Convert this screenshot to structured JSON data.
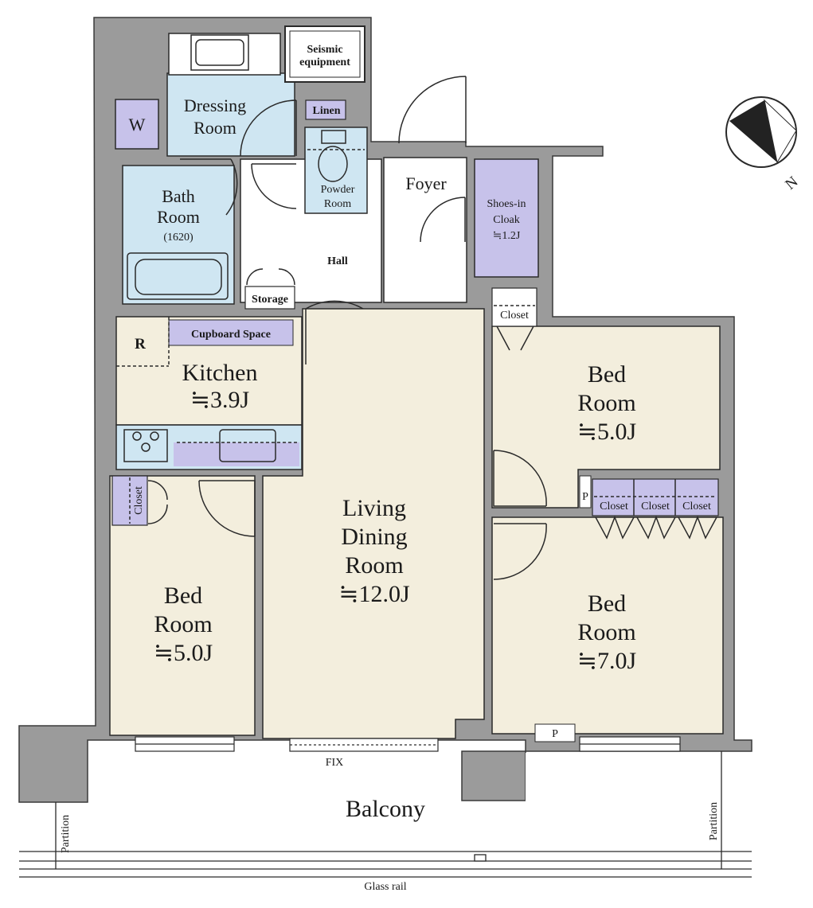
{
  "plan": {
    "rooms": {
      "dressing": {
        "line1": "Dressing",
        "line2": "Room"
      },
      "bath": {
        "line1": "Bath",
        "line2": "Room",
        "line3": "(1620)"
      },
      "powder": {
        "line1": "Powder",
        "line2": "Room"
      },
      "foyer": {
        "label": "Foyer"
      },
      "hall": {
        "label": "Hall"
      },
      "kitchen": {
        "label": "Kitchen",
        "size": "≒3.9J"
      },
      "living": {
        "line1": "Living",
        "line2": "Dining",
        "line3": "Room",
        "size": "≒12.0J"
      },
      "bed_left": {
        "line1": "Bed",
        "line2": "Room",
        "size": "≒5.0J"
      },
      "bed_right_top": {
        "line1": "Bed",
        "line2": "Room",
        "size": "≒5.0J"
      },
      "bed_right_bottom": {
        "line1": "Bed",
        "line2": "Room",
        "size": "≒7.0J"
      },
      "shoes": {
        "line1": "Shoes-in",
        "line2": "Cloak",
        "size": "≒1.2J"
      },
      "balcony": {
        "label": "Balcony"
      }
    },
    "labels": {
      "seismic_1": "Seismic",
      "seismic_2": "equipment",
      "linen": "Linen",
      "storage": "Storage",
      "cupboard": "Cupboard Space",
      "fridge": "R",
      "washer": "W",
      "closet": "Closet",
      "pipe": "P",
      "fix": "FIX",
      "partition": "Partition",
      "glass_rail": "Glass rail",
      "north": "N"
    },
    "colors": {
      "wall": "#9b9b9b",
      "wall_edge": "#3a3a3a",
      "floor": "#f3eedd",
      "wet": "#cfe6f2",
      "storage": "#c7c2ea",
      "line": "#2a2a2a"
    }
  }
}
